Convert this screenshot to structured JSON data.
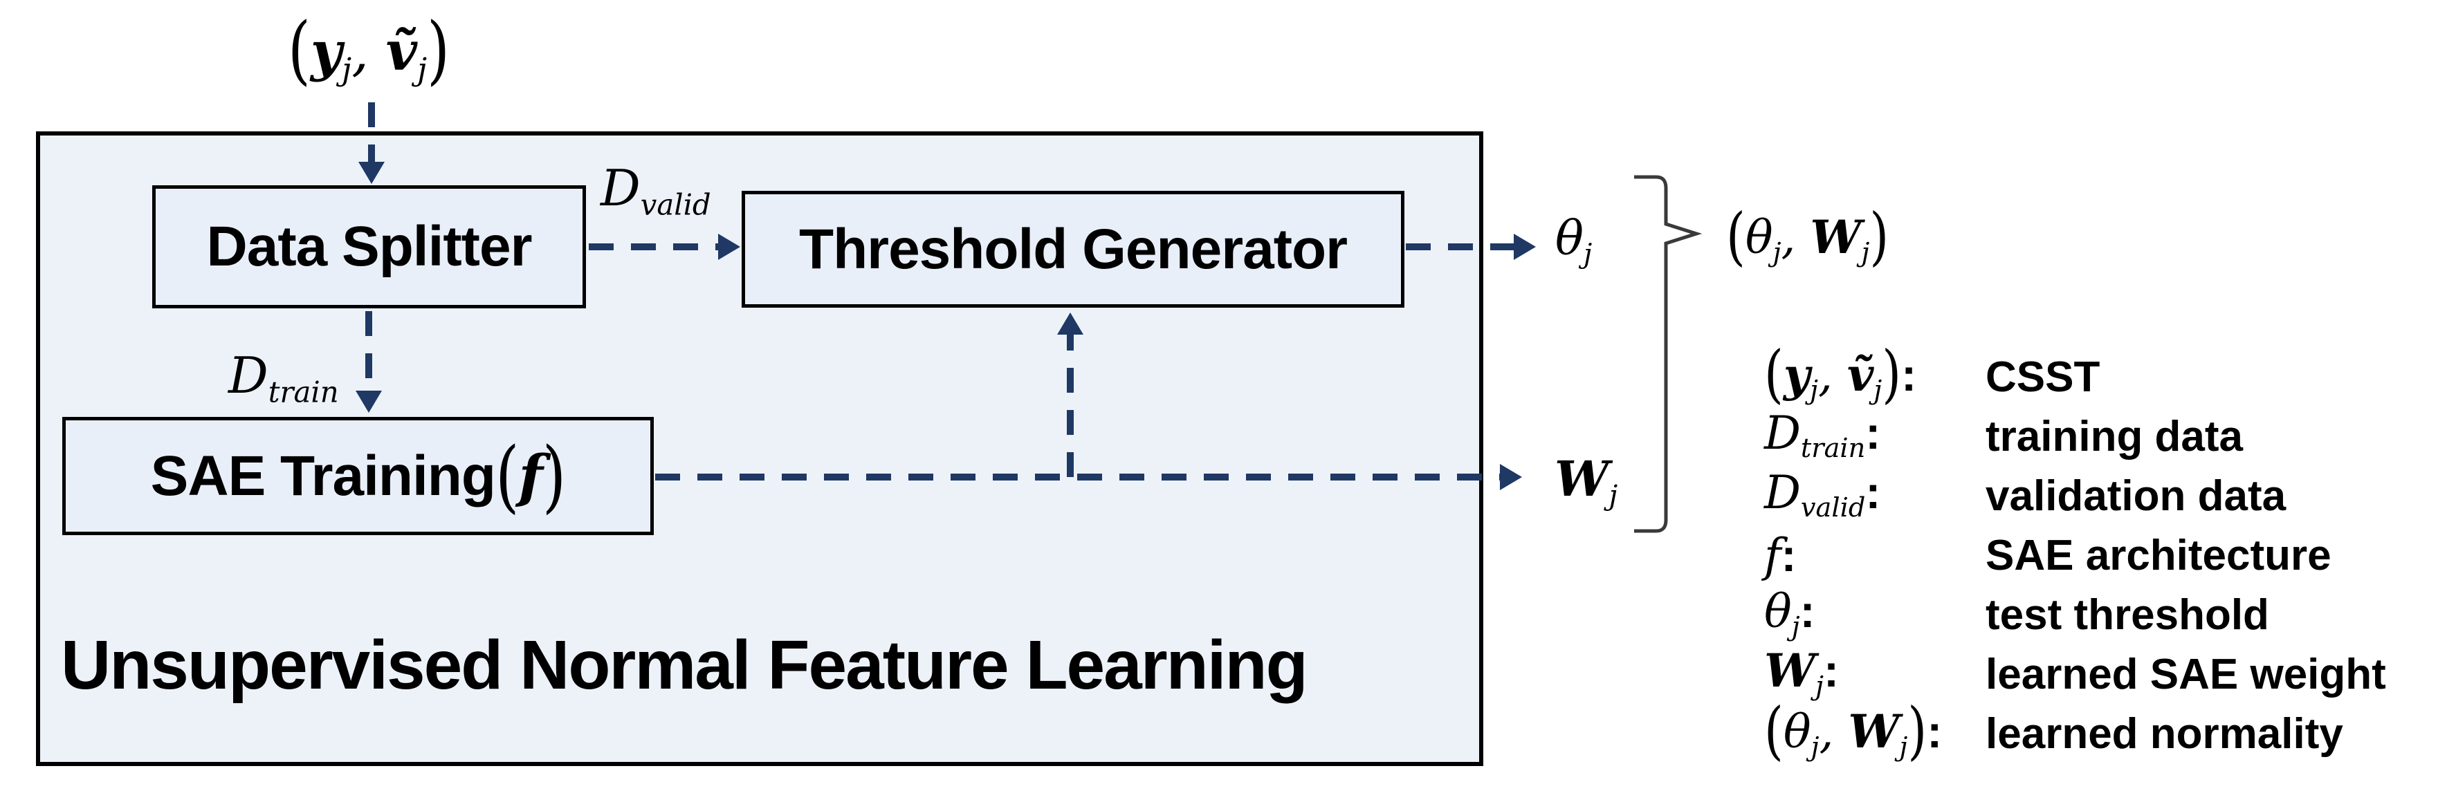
{
  "colors": {
    "arrow": "#1f3864",
    "box_fill": "#e9eff8",
    "outer_fill": "#edf2f9",
    "box_border": "#000000",
    "bracket": "#3a3a3a",
    "background": "#ffffff",
    "text": "#000000"
  },
  "container": {
    "title": "Unsupervised Normal Feature Learning"
  },
  "nodes": {
    "data_splitter": "Data Splitter",
    "threshold_generator": "Threshold Generator",
    "sae_training": [
      {
        "t": "SAE Training ",
        "s": "t"
      },
      {
        "t": "(",
        "s": "p"
      },
      {
        "t": "f",
        "s": "i"
      },
      {
        "t": ")",
        "s": "p"
      }
    ]
  },
  "edge_labels": {
    "input_pair": [
      {
        "t": "(",
        "s": "p"
      },
      {
        "t": "y",
        "s": "bi"
      },
      {
        "t": "j",
        "s": "sub"
      },
      {
        "t": ", ",
        "s": "i"
      },
      {
        "t": "ṽ",
        "s": "bi"
      },
      {
        "t": "j",
        "s": "sub"
      },
      {
        "t": ")",
        "s": "p"
      }
    ],
    "d_valid": [
      {
        "t": "D",
        "s": "i"
      },
      {
        "t": "valid",
        "s": "sub"
      }
    ],
    "d_train": [
      {
        "t": "D",
        "s": "i"
      },
      {
        "t": "train",
        "s": "sub"
      }
    ],
    "theta_j": [
      {
        "t": "θ",
        "s": "i"
      },
      {
        "t": "j",
        "s": "sub"
      }
    ],
    "w_j": [
      {
        "t": "W",
        "s": "bi"
      },
      {
        "t": "j",
        "s": "sub"
      }
    ],
    "output_pair": [
      {
        "t": "(",
        "s": "p"
      },
      {
        "t": "θ",
        "s": "i"
      },
      {
        "t": "j",
        "s": "sub"
      },
      {
        "t": ", ",
        "s": "i"
      },
      {
        "t": "W",
        "s": "bi"
      },
      {
        "t": "j",
        "s": "sub"
      },
      {
        "t": ")",
        "s": "p"
      }
    ]
  },
  "legend": {
    "rows": [
      {
        "symbol": [
          {
            "t": "(",
            "s": "p"
          },
          {
            "t": "y",
            "s": "bi"
          },
          {
            "t": "j",
            "s": "sub"
          },
          {
            "t": ", ",
            "s": "i"
          },
          {
            "t": "ṽ",
            "s": "bi"
          },
          {
            "t": "j",
            "s": "sub"
          },
          {
            "t": ")",
            "s": "p"
          },
          {
            "t": ":",
            "s": "b"
          }
        ],
        "desc": "CSST"
      },
      {
        "symbol": [
          {
            "t": "D",
            "s": "i"
          },
          {
            "t": "train",
            "s": "sub"
          },
          {
            "t": ":",
            "s": "b"
          }
        ],
        "desc": "training data"
      },
      {
        "symbol": [
          {
            "t": "D",
            "s": "i"
          },
          {
            "t": "valid",
            "s": "sub"
          },
          {
            "t": ":",
            "s": "b"
          }
        ],
        "desc": "validation data"
      },
      {
        "symbol": [
          {
            "t": "f",
            "s": "i"
          },
          {
            "t": ":",
            "s": "b"
          }
        ],
        "desc": "SAE architecture"
      },
      {
        "symbol": [
          {
            "t": "θ",
            "s": "i"
          },
          {
            "t": "j",
            "s": "sub"
          },
          {
            "t": ":",
            "s": "b"
          }
        ],
        "desc": "test threshold"
      },
      {
        "symbol": [
          {
            "t": "W",
            "s": "bi"
          },
          {
            "t": "j",
            "s": "sub"
          },
          {
            "t": ":",
            "s": "b"
          }
        ],
        "desc": "learned SAE weight"
      },
      {
        "symbol": [
          {
            "t": "(",
            "s": "p"
          },
          {
            "t": "θ",
            "s": "i"
          },
          {
            "t": "j",
            "s": "sub"
          },
          {
            "t": ", ",
            "s": "i"
          },
          {
            "t": "W",
            "s": "bi"
          },
          {
            "t": "j",
            "s": "sub"
          },
          {
            "t": ")",
            "s": "p"
          },
          {
            "t": ":",
            "s": "b"
          }
        ],
        "desc": "learned normality"
      }
    ]
  }
}
